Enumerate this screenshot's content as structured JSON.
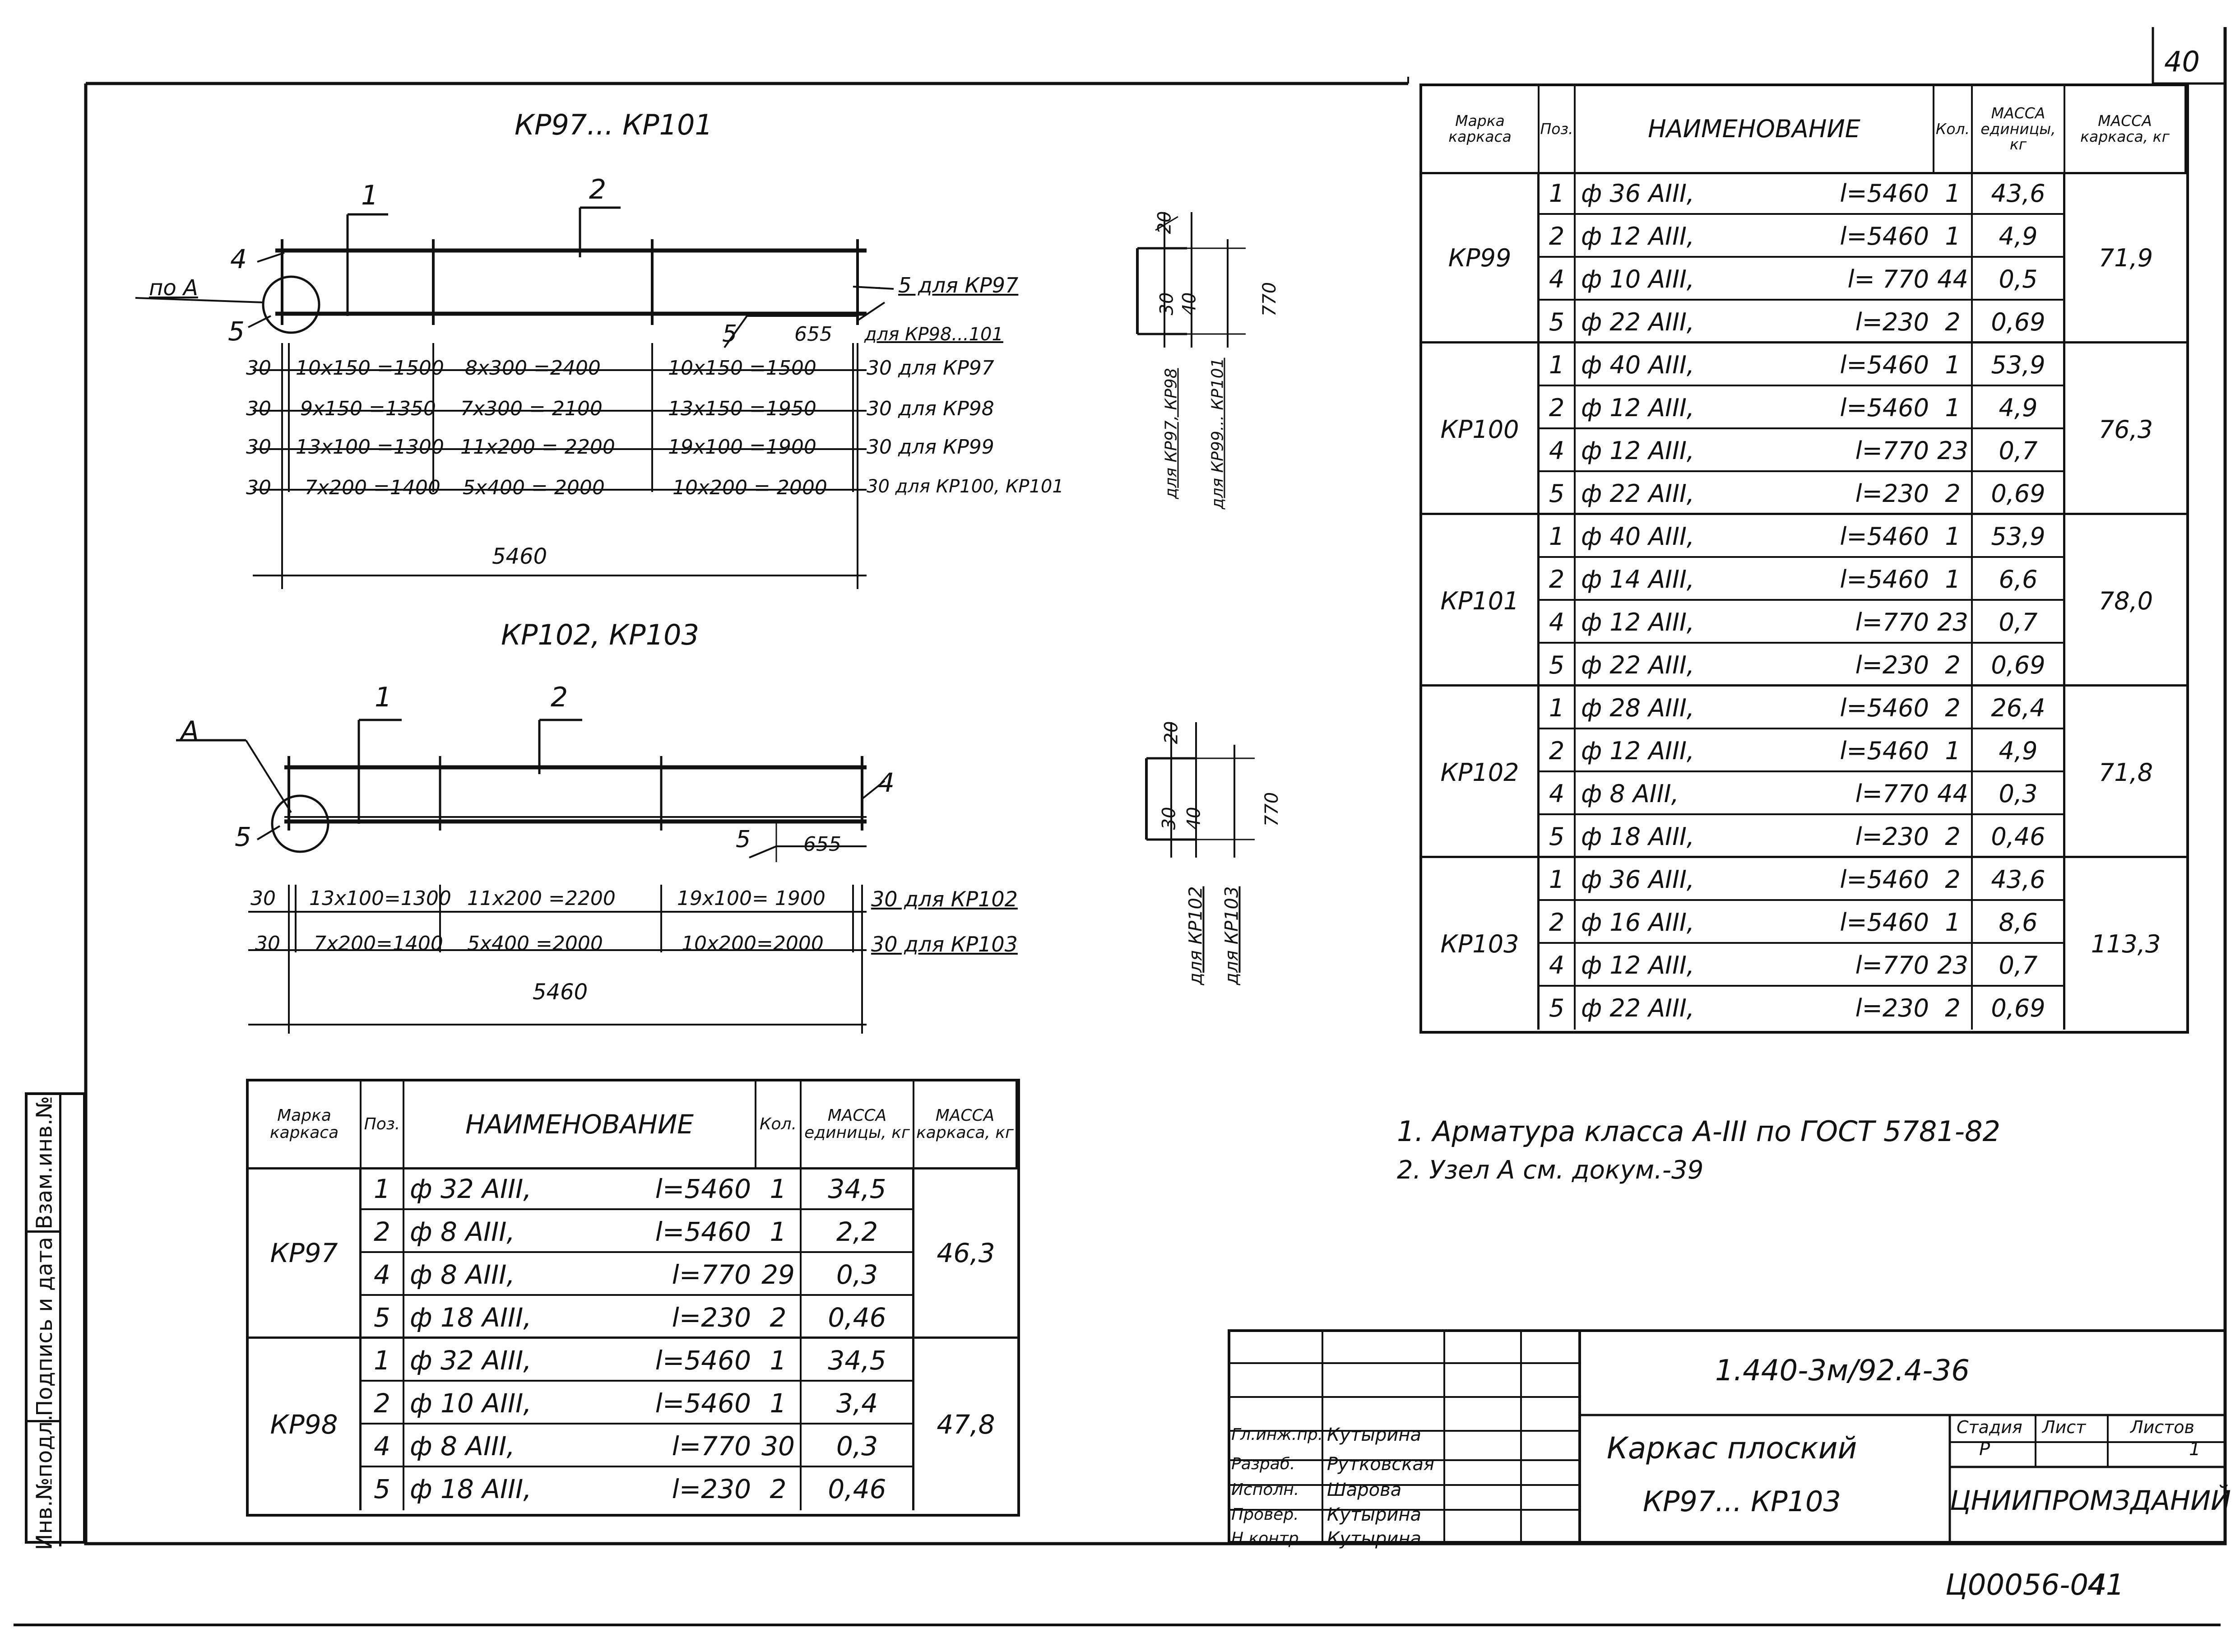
{
  "sheet": {
    "page_number": "40",
    "doc_code": "Ц00056-04",
    "doc_sheet": "41"
  },
  "side_stamp": {
    "cells": [
      "Инв.№подл.",
      "Подпись и дата",
      "Взам.инв.№"
    ]
  },
  "drawing1": {
    "title": "КР97... КР101",
    "labels": {
      "leader1": "1",
      "leader2": "2",
      "leader4": "4",
      "leader5": "5",
      "node": "по А",
      "pos5": "5",
      "dim655": "655",
      "for97": "5 для КР97",
      "for98": "для КР98...101"
    },
    "rows": [
      {
        "lead": "30",
        "s1": "10х150 =1500",
        "s2": "8х300 =2400",
        "s3": "10х150 =1500",
        "tail": "30 для КР97"
      },
      {
        "lead": "30",
        "s1": "9х150 =1350",
        "s2": "7х300 = 2100",
        "s3": "13х150 =1950",
        "tail": "30 для КР98"
      },
      {
        "lead": "30",
        "s1": "13х100 =1300",
        "s2": "11х200 = 2200",
        "s3": "19х100 =1900",
        "tail": "30 для КР99"
      },
      {
        "lead": "30",
        "s1": "7х200 =1400",
        "s2": "5х400 = 2000",
        "s3": "10х200 = 2000",
        "tail": "30 для КР100, КР101"
      }
    ],
    "total": "5460"
  },
  "drawing2": {
    "title": "КР102, КР103",
    "labels": {
      "leader1": "1",
      "leader2": "2",
      "leaderA": "А",
      "leader4": "4",
      "pos5": "5",
      "leader5": "5",
      "dim655": "655"
    },
    "rows": [
      {
        "lead": "30",
        "s1": "13х100=1300",
        "s2": "11х200 =2200",
        "s3": "19х100= 1900",
        "tail": "30 для КР102"
      },
      {
        "lead": "30",
        "s1": "7х200=1400",
        "s2": "5х400 =2000",
        "s3": "10х200=2000",
        "tail": "30 для КР103"
      }
    ],
    "total": "5460"
  },
  "section1": {
    "dims": [
      "20",
      "30",
      "40",
      "770"
    ],
    "labels": [
      "для КР97, КР98",
      "для КР99... КР101"
    ]
  },
  "section2": {
    "dims": [
      "20",
      "30",
      "40",
      "770"
    ],
    "labels": [
      "для КР102",
      "для КР103"
    ]
  },
  "table_headers": {
    "mark": "Марка каркаса",
    "pos": "Поз.",
    "name": "НАИМЕНОВАНИЕ",
    "qty": "Кол.",
    "unit_mass": "МАССА единицы, кг",
    "frame_mass": "МАССА каркаса, кг"
  },
  "table_right": {
    "groups": [
      {
        "mark": "КР99",
        "total": "71,9",
        "rows": [
          {
            "pos": "1",
            "name": "ф 36 АIII,",
            "len": "l=5460",
            "qty": "1",
            "mass": "43,6"
          },
          {
            "pos": "2",
            "name": "ф 12 АIII,",
            "len": "l=5460",
            "qty": "1",
            "mass": "4,9"
          },
          {
            "pos": "4",
            "name": "ф 10 АIII,",
            "len": "l= 770",
            "qty": "44",
            "mass": "0,5"
          },
          {
            "pos": "5",
            "name": "ф 22 АIII,",
            "len": "l=230",
            "qty": "2",
            "mass": "0,69"
          }
        ]
      },
      {
        "mark": "КР100",
        "total": "76,3",
        "rows": [
          {
            "pos": "1",
            "name": "ф 40 АIII,",
            "len": "l=5460",
            "qty": "1",
            "mass": "53,9"
          },
          {
            "pos": "2",
            "name": "ф 12 АIII,",
            "len": "l=5460",
            "qty": "1",
            "mass": "4,9"
          },
          {
            "pos": "4",
            "name": "ф 12 АIII,",
            "len": "l=770",
            "qty": "23",
            "mass": "0,7"
          },
          {
            "pos": "5",
            "name": "ф 22 АIII,",
            "len": "l=230",
            "qty": "2",
            "mass": "0,69"
          }
        ]
      },
      {
        "mark": "КР101",
        "total": "78,0",
        "rows": [
          {
            "pos": "1",
            "name": "ф 40 АIII,",
            "len": "l=5460",
            "qty": "1",
            "mass": "53,9"
          },
          {
            "pos": "2",
            "name": "ф 14 АIII,",
            "len": "l=5460",
            "qty": "1",
            "mass": "6,6"
          },
          {
            "pos": "4",
            "name": "ф 12 АIII,",
            "len": "l=770",
            "qty": "23",
            "mass": "0,7"
          },
          {
            "pos": "5",
            "name": "ф 22 АIII,",
            "len": "l=230",
            "qty": "2",
            "mass": "0,69"
          }
        ]
      },
      {
        "mark": "КР102",
        "total": "71,8",
        "rows": [
          {
            "pos": "1",
            "name": "ф 28 АIII,",
            "len": "l=5460",
            "qty": "2",
            "mass": "26,4"
          },
          {
            "pos": "2",
            "name": "ф 12 АIII,",
            "len": "l=5460",
            "qty": "1",
            "mass": "4,9"
          },
          {
            "pos": "4",
            "name": "ф 8 АIII,",
            "len": "l=770",
            "qty": "44",
            "mass": "0,3"
          },
          {
            "pos": "5",
            "name": "ф 18 АIII,",
            "len": "l=230",
            "qty": "2",
            "mass": "0,46"
          }
        ]
      },
      {
        "mark": "КР103",
        "total": "113,3",
        "rows": [
          {
            "pos": "1",
            "name": "ф 36 АIII,",
            "len": "l=5460",
            "qty": "2",
            "mass": "43,6"
          },
          {
            "pos": "2",
            "name": "ф 16 АIII,",
            "len": "l=5460",
            "qty": "1",
            "mass": "8,6"
          },
          {
            "pos": "4",
            "name": "ф 12 АIII,",
            "len": "l=770",
            "qty": "23",
            "mass": "0,7"
          },
          {
            "pos": "5",
            "name": "ф 22 АIII,",
            "len": "l=230",
            "qty": "2",
            "mass": "0,69"
          }
        ]
      }
    ]
  },
  "table_left": {
    "groups": [
      {
        "mark": "КР97",
        "total": "46,3",
        "rows": [
          {
            "pos": "1",
            "name": "ф 32 АIII,",
            "len": "l=5460",
            "qty": "1",
            "mass": "34,5"
          },
          {
            "pos": "2",
            "name": "ф 8 АIII,",
            "len": "l=5460",
            "qty": "1",
            "mass": "2,2"
          },
          {
            "pos": "4",
            "name": "ф 8 АIII,",
            "len": "l=770",
            "qty": "29",
            "mass": "0,3"
          },
          {
            "pos": "5",
            "name": "ф 18 АIII,",
            "len": "l=230",
            "qty": "2",
            "mass": "0,46"
          }
        ]
      },
      {
        "mark": "КР98",
        "total": "47,8",
        "rows": [
          {
            "pos": "1",
            "name": "ф 32 АIII,",
            "len": "l=5460",
            "qty": "1",
            "mass": "34,5"
          },
          {
            "pos": "2",
            "name": "ф 10 АIII,",
            "len": "l=5460",
            "qty": "1",
            "mass": "3,4"
          },
          {
            "pos": "4",
            "name": "ф 8 АIII,",
            "len": "l=770",
            "qty": "30",
            "mass": "0,3"
          },
          {
            "pos": "5",
            "name": "ф 18 АIII,",
            "len": "l=230",
            "qty": "2",
            "mass": "0,46"
          }
        ]
      }
    ]
  },
  "notes": [
    "1. Арматура класса А-III по ГОСТ 5781-82",
    "2. Узел А см. докум.-39"
  ],
  "title_block": {
    "code": "1.440-3м/92.4-36",
    "name_line1": "Каркас плоский",
    "name_line2": "КР97... КР103",
    "stage_header": "Стадия",
    "sheet_header": "Лист",
    "sheets_header": "Листов",
    "stage": "Р",
    "sheets": "1",
    "org": "ЦНИИПРОМЗДАНИЙ",
    "signers": [
      {
        "role": "Гл.инж.пр.",
        "name": "Кутырина"
      },
      {
        "role": "Разраб.",
        "name": "Рутковская"
      },
      {
        "role": "Исполн.",
        "name": "Шарова"
      },
      {
        "role": "Провер.",
        "name": "Кутырина"
      },
      {
        "role": "Н.контр.",
        "name": "Кутырина"
      }
    ]
  }
}
